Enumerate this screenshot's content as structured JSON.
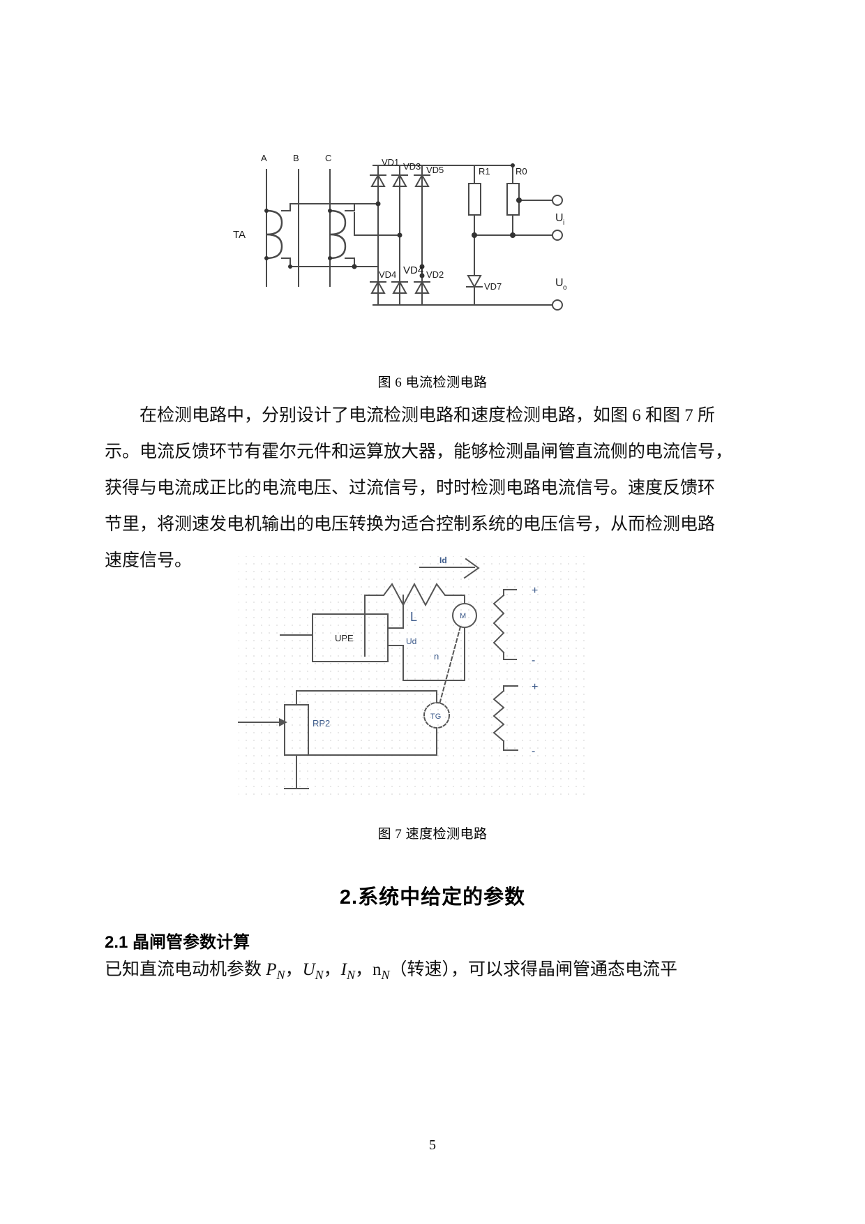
{
  "document": {
    "page_number": "5"
  },
  "figure6": {
    "caption": "图 6 电流检测电路",
    "labels": {
      "phase_a": "A",
      "phase_b": "B",
      "phase_c": "C",
      "ta": "TA",
      "vd1": "VD1",
      "vd3": "VD3",
      "vd5": "VD5",
      "vd4a": "VD4",
      "vd4b": "VD4",
      "vd2": "VD2",
      "vd7": "VD7",
      "r1": "R1",
      "r0": "R0",
      "ui": "U",
      "ui_sub": "i",
      "uo": "U",
      "uo_sub": "o"
    }
  },
  "paragraph": {
    "line1": "在检测电路中，分别设计了电流检测电路和速度检测电路，如图 6 和图 7 所",
    "line2": "示。电流反馈环节有霍尔元件和运算放大器，能够检测晶闸管直流侧的电流信号，",
    "line3": "获得与电流成正比的电流电压、过流信号，时时检测电路电流信号。速度反馈环",
    "line4": "节里，将测速发电机输出的电压转换为适合控制系统的电压信号，从而检测电路",
    "line5": "速度信号。"
  },
  "figure7": {
    "caption": "图 7 速度检测电路",
    "labels": {
      "id": "Id",
      "l": "L",
      "upe": "UPE",
      "ud": "Ud",
      "m": "M",
      "n": "n",
      "tg": "TG",
      "rp2": "RP2",
      "plus_top": "+",
      "minus_top": "-",
      "plus_bottom": "+",
      "minus_bottom": "-"
    }
  },
  "section": {
    "heading": "2.系统中给定的参数",
    "sub_heading": "2.1 晶闸管参数计算",
    "body_prefix": "已知直流电动机参数",
    "var_pn": "P",
    "var_pn_sub": "N",
    "sep1": "，",
    "var_un": "U",
    "var_un_sub": "N",
    "sep2": "，",
    "var_in": "I",
    "var_in_sub": "N",
    "sep3": "，",
    "var_nn": "n",
    "var_nn_sub": "N",
    "body_suffix": "（转速），可以求得晶闸管通态电流平"
  },
  "colors": {
    "ink": "#000000",
    "circuit_line": "#4a4a4a",
    "fig7_label": "#3c5a8a",
    "fig7_grid": "#d8d8d8"
  }
}
